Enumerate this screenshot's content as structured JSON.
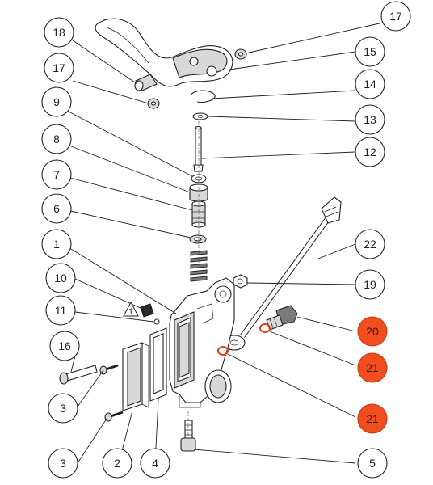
{
  "callouts": [
    {
      "id": "c17a",
      "label": "17",
      "highlight": false
    },
    {
      "id": "c18",
      "label": "18",
      "highlight": false
    },
    {
      "id": "c15",
      "label": "15",
      "highlight": false
    },
    {
      "id": "c17b",
      "label": "17",
      "highlight": false
    },
    {
      "id": "c14",
      "label": "14",
      "highlight": false
    },
    {
      "id": "c9",
      "label": "9",
      "highlight": false
    },
    {
      "id": "c13",
      "label": "13",
      "highlight": false
    },
    {
      "id": "c8",
      "label": "8",
      "highlight": false
    },
    {
      "id": "c12",
      "label": "12",
      "highlight": false
    },
    {
      "id": "c7",
      "label": "7",
      "highlight": false
    },
    {
      "id": "c6",
      "label": "6",
      "highlight": false
    },
    {
      "id": "c1",
      "label": "1",
      "highlight": false
    },
    {
      "id": "c22",
      "label": "22",
      "highlight": false
    },
    {
      "id": "c10",
      "label": "10",
      "highlight": false
    },
    {
      "id": "c19",
      "label": "19",
      "highlight": false
    },
    {
      "id": "c11",
      "label": "11",
      "highlight": false
    },
    {
      "id": "c20",
      "label": "20",
      "highlight": true
    },
    {
      "id": "c16",
      "label": "16",
      "highlight": false
    },
    {
      "id": "c21a",
      "label": "21",
      "highlight": true
    },
    {
      "id": "c3a",
      "label": "3",
      "highlight": false
    },
    {
      "id": "c21b",
      "label": "21",
      "highlight": true
    },
    {
      "id": "c3b",
      "label": "3",
      "highlight": false
    },
    {
      "id": "c2",
      "label": "2",
      "highlight": false
    },
    {
      "id": "c4",
      "label": "4",
      "highlight": false
    },
    {
      "id": "c5",
      "label": "5",
      "highlight": false
    }
  ],
  "warning_symbol": {
    "label": "1",
    "icon": "warning-triangle-icon"
  },
  "colors": {
    "highlight": "#f04e1e",
    "outline": "#222222",
    "oring": "#d2461c"
  }
}
